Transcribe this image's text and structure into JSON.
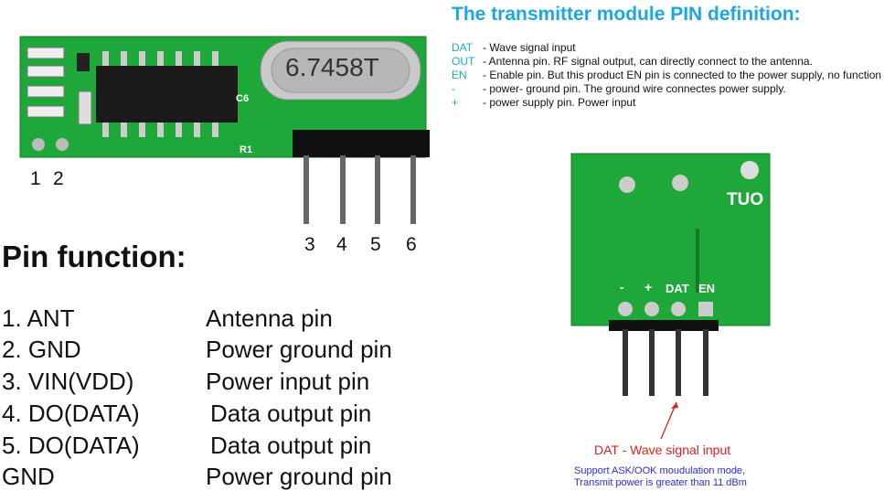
{
  "header": {
    "title": "The transmitter module PIN definition:"
  },
  "definitions": [
    {
      "key": "DAT",
      "desc": "- Wave signal input"
    },
    {
      "key": "OUT",
      "desc": "- Antenna pin. RF signal output, can directly connect to the antenna."
    },
    {
      "key": "EN",
      "desc": "- Enable pin. But this product EN pin is connected to the power supply, no function"
    },
    {
      "key": "-",
      "desc": "- power- ground pin. The ground wire connectes power supply."
    },
    {
      "key": "+",
      "desc": "- power supply pin. Power input"
    }
  ],
  "receiver": {
    "crystal": "6.7458T",
    "c6": "C6",
    "r1": "R1",
    "pins_left": [
      "1",
      "2"
    ],
    "pins_right": [
      "3",
      "4",
      "5",
      "6"
    ]
  },
  "pin_function": {
    "title": "Pin function:",
    "rows": [
      {
        "pin": "1. ANT",
        "desc": "Antenna pin"
      },
      {
        "pin": "2. GND",
        "desc": "Power ground pin"
      },
      {
        "pin": "3. VIN(VDD)",
        "desc": "Power input pin"
      },
      {
        "pin": "4. DO(DATA)",
        "desc": "Data output pin"
      },
      {
        "pin": "5. DO(DATA)",
        "desc": "Data output pin"
      },
      {
        "pin": "GND",
        "desc": "Power ground pin"
      }
    ]
  },
  "transmitter": {
    "board_label": "TUO",
    "pin_labels": [
      "-",
      "+",
      "DAT",
      "EN"
    ],
    "callout": "DAT - Wave signal input",
    "notes": [
      "Support ASK/OOK moudulation mode,",
      "Transmit power is greater than 11 dBm"
    ]
  },
  "colors": {
    "accent": "#1ea6e0",
    "pcb": "#1fa83a",
    "callout": "#e0201c",
    "note": "#2b2bd8"
  }
}
